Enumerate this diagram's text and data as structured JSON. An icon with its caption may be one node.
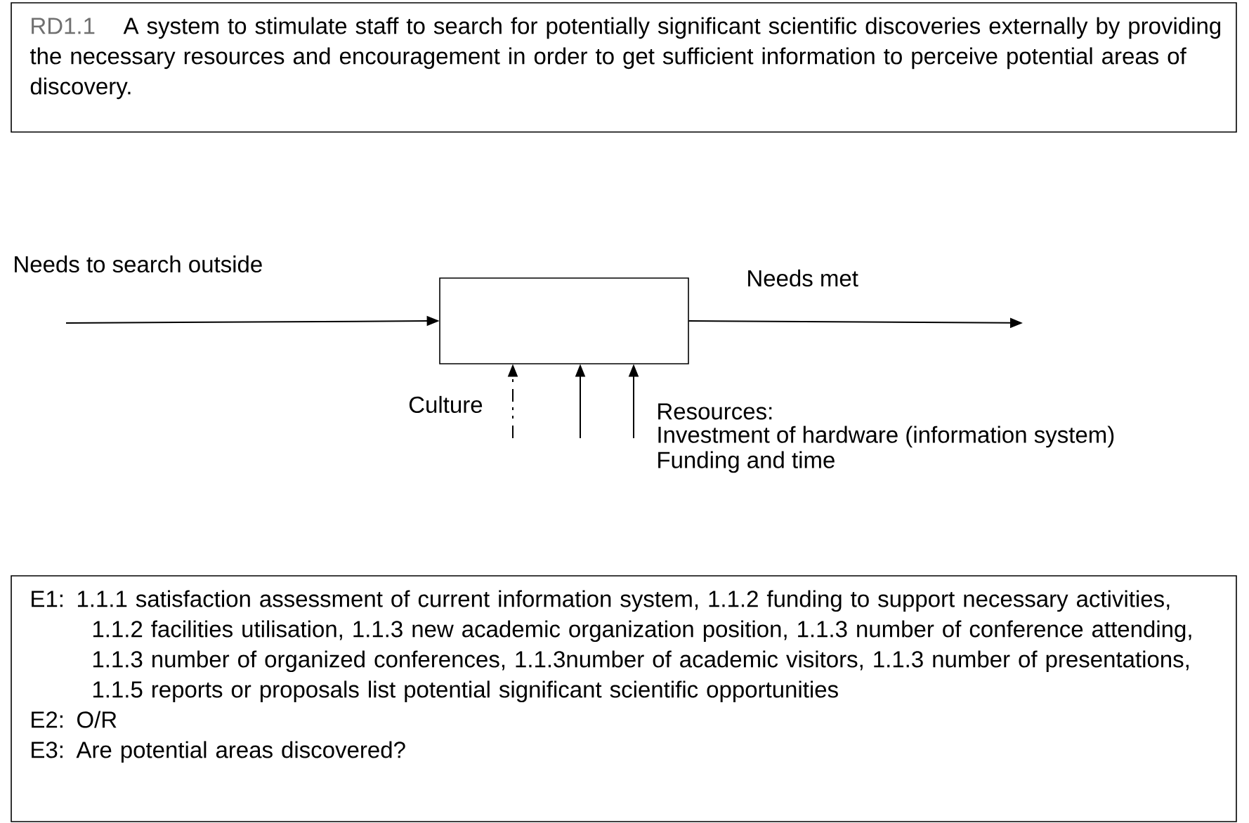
{
  "diagram": {
    "nodes": [
      {
        "text": [
          "RD1.1",
          "A system to stimulate staff to search for potentially significant scientific discoveries externally by providing the necessary resources and encouragement in order to get sufficient information to perceive potential areas of discovery."
        ]
      },
      {
        "text": [],
        "shape": "box"
      },
      {
        "text": [
          "E1: 1.1.1 satisfaction assessment of current information system, 1.1.2 funding to support necessary activities, 1.1.2 facilities utilisation, 1.1.3 new academic organization position, 1.1.3 number of conference attending, 1.1.3 number of organized conferences, 1.1.3number of academic visitors, 1.1.3 number of presentations, 1.1.5 reports or proposals list potential significant scientific opportunities",
          "E2: O/R",
          "E3: Are potential areas discovered?"
        ]
      }
    ],
    "edges": [
      {
        "from": null,
        "to": 1,
        "arrow": "to",
        "label": "Needs to search outside"
      },
      {
        "from": 1,
        "to": null,
        "arrow": "to",
        "label": "Needs met"
      },
      {
        "from": null,
        "to": 1,
        "arrow": "to",
        "style": "dashed",
        "label": "Culture"
      },
      {
        "from": null,
        "to": 1,
        "arrow": "to"
      },
      {
        "from": null,
        "to": 1,
        "arrow": "to",
        "label": "Resources:"
      }
    ],
    "labels": [
      "Investment of hardware  (information system)",
      "Funding and time"
    ]
  }
}
